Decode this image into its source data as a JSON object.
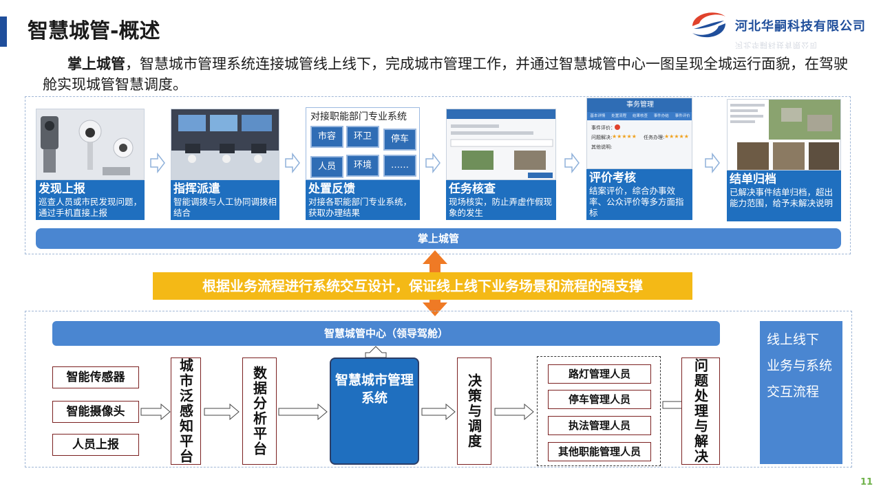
{
  "header": {
    "title": "智慧城管-概述",
    "company": "河北华嗣科技有限公司",
    "company_ghost": "河北华嗣科技有限公司"
  },
  "intro": {
    "bold": "掌上城管",
    "text": "，智慧城市管理系统连接城管线上线下，完成城市管理工作，并通过智慧城管中心一图呈现全城运行面貌，在驾驶舱实现城管智慧调度。"
  },
  "steps": [
    {
      "title": "发现上报",
      "desc": "巡查人员或市民发现问题，通过手机直接上报"
    },
    {
      "title": "指挥派遣",
      "desc": "智能调拨与人工协同调拨相结合"
    },
    {
      "title": "处置反馈",
      "desc": "对接各职能部门专业系统，获取办理结果"
    },
    {
      "title": "任务核查",
      "desc": "现场核实，防止弄虚作假现象的发生"
    },
    {
      "title": "评价考核",
      "desc": "结案评价，综合办事效率、公众评价等多方面指标"
    },
    {
      "title": "结单归档",
      "desc": "已解决事件结单归档，超出能力范围，给予未解决说明"
    }
  ],
  "dispose_panel": {
    "heading": "对接职能部门专业系统",
    "tiles": [
      "市容",
      "环卫",
      "停车",
      "人员",
      "环境",
      "……"
    ]
  },
  "review_panel": {
    "header": "事务管理",
    "tabs": [
      "基本详情",
      "处置流程",
      "结果核查",
      "事件办结",
      "事件评价"
    ],
    "rating_label": "事件评价：",
    "row1_label": "问题解决:",
    "row1_stars": "★★★★★",
    "row2_label": "任务办理:",
    "row2_stars": "★★★★★",
    "other_label": "其他说明:"
  },
  "top_bar": "掌上城管",
  "support_banner": "根据业务流程进行系统交互设计，保证线上线下业务场景和流程的强支撑",
  "center_bar": "智慧城管中心（领导驾舱）",
  "inputs": [
    "智能传感器",
    "智能摄像头",
    "人员上报"
  ],
  "platform1": "城市泛感知平台",
  "platform2": "数据分析平台",
  "system": "智慧城市管理系统",
  "decision": "决策与调度",
  "staff": [
    "路灯管理人员",
    "停车管理人员",
    "执法管理人员",
    "其他职能管理人员"
  ],
  "result": "问题处理与解决",
  "side_panel": [
    "线上线下",
    "业务与系统",
    "交互流程"
  ],
  "page_number": "11",
  "colors": {
    "primary_blue": "#1f6fbf",
    "bar_blue": "#4a86d1",
    "banner_yellow": "#f4b916",
    "arrow_orange": "#ef7a25",
    "brand_navy": "#1f4e9b"
  }
}
